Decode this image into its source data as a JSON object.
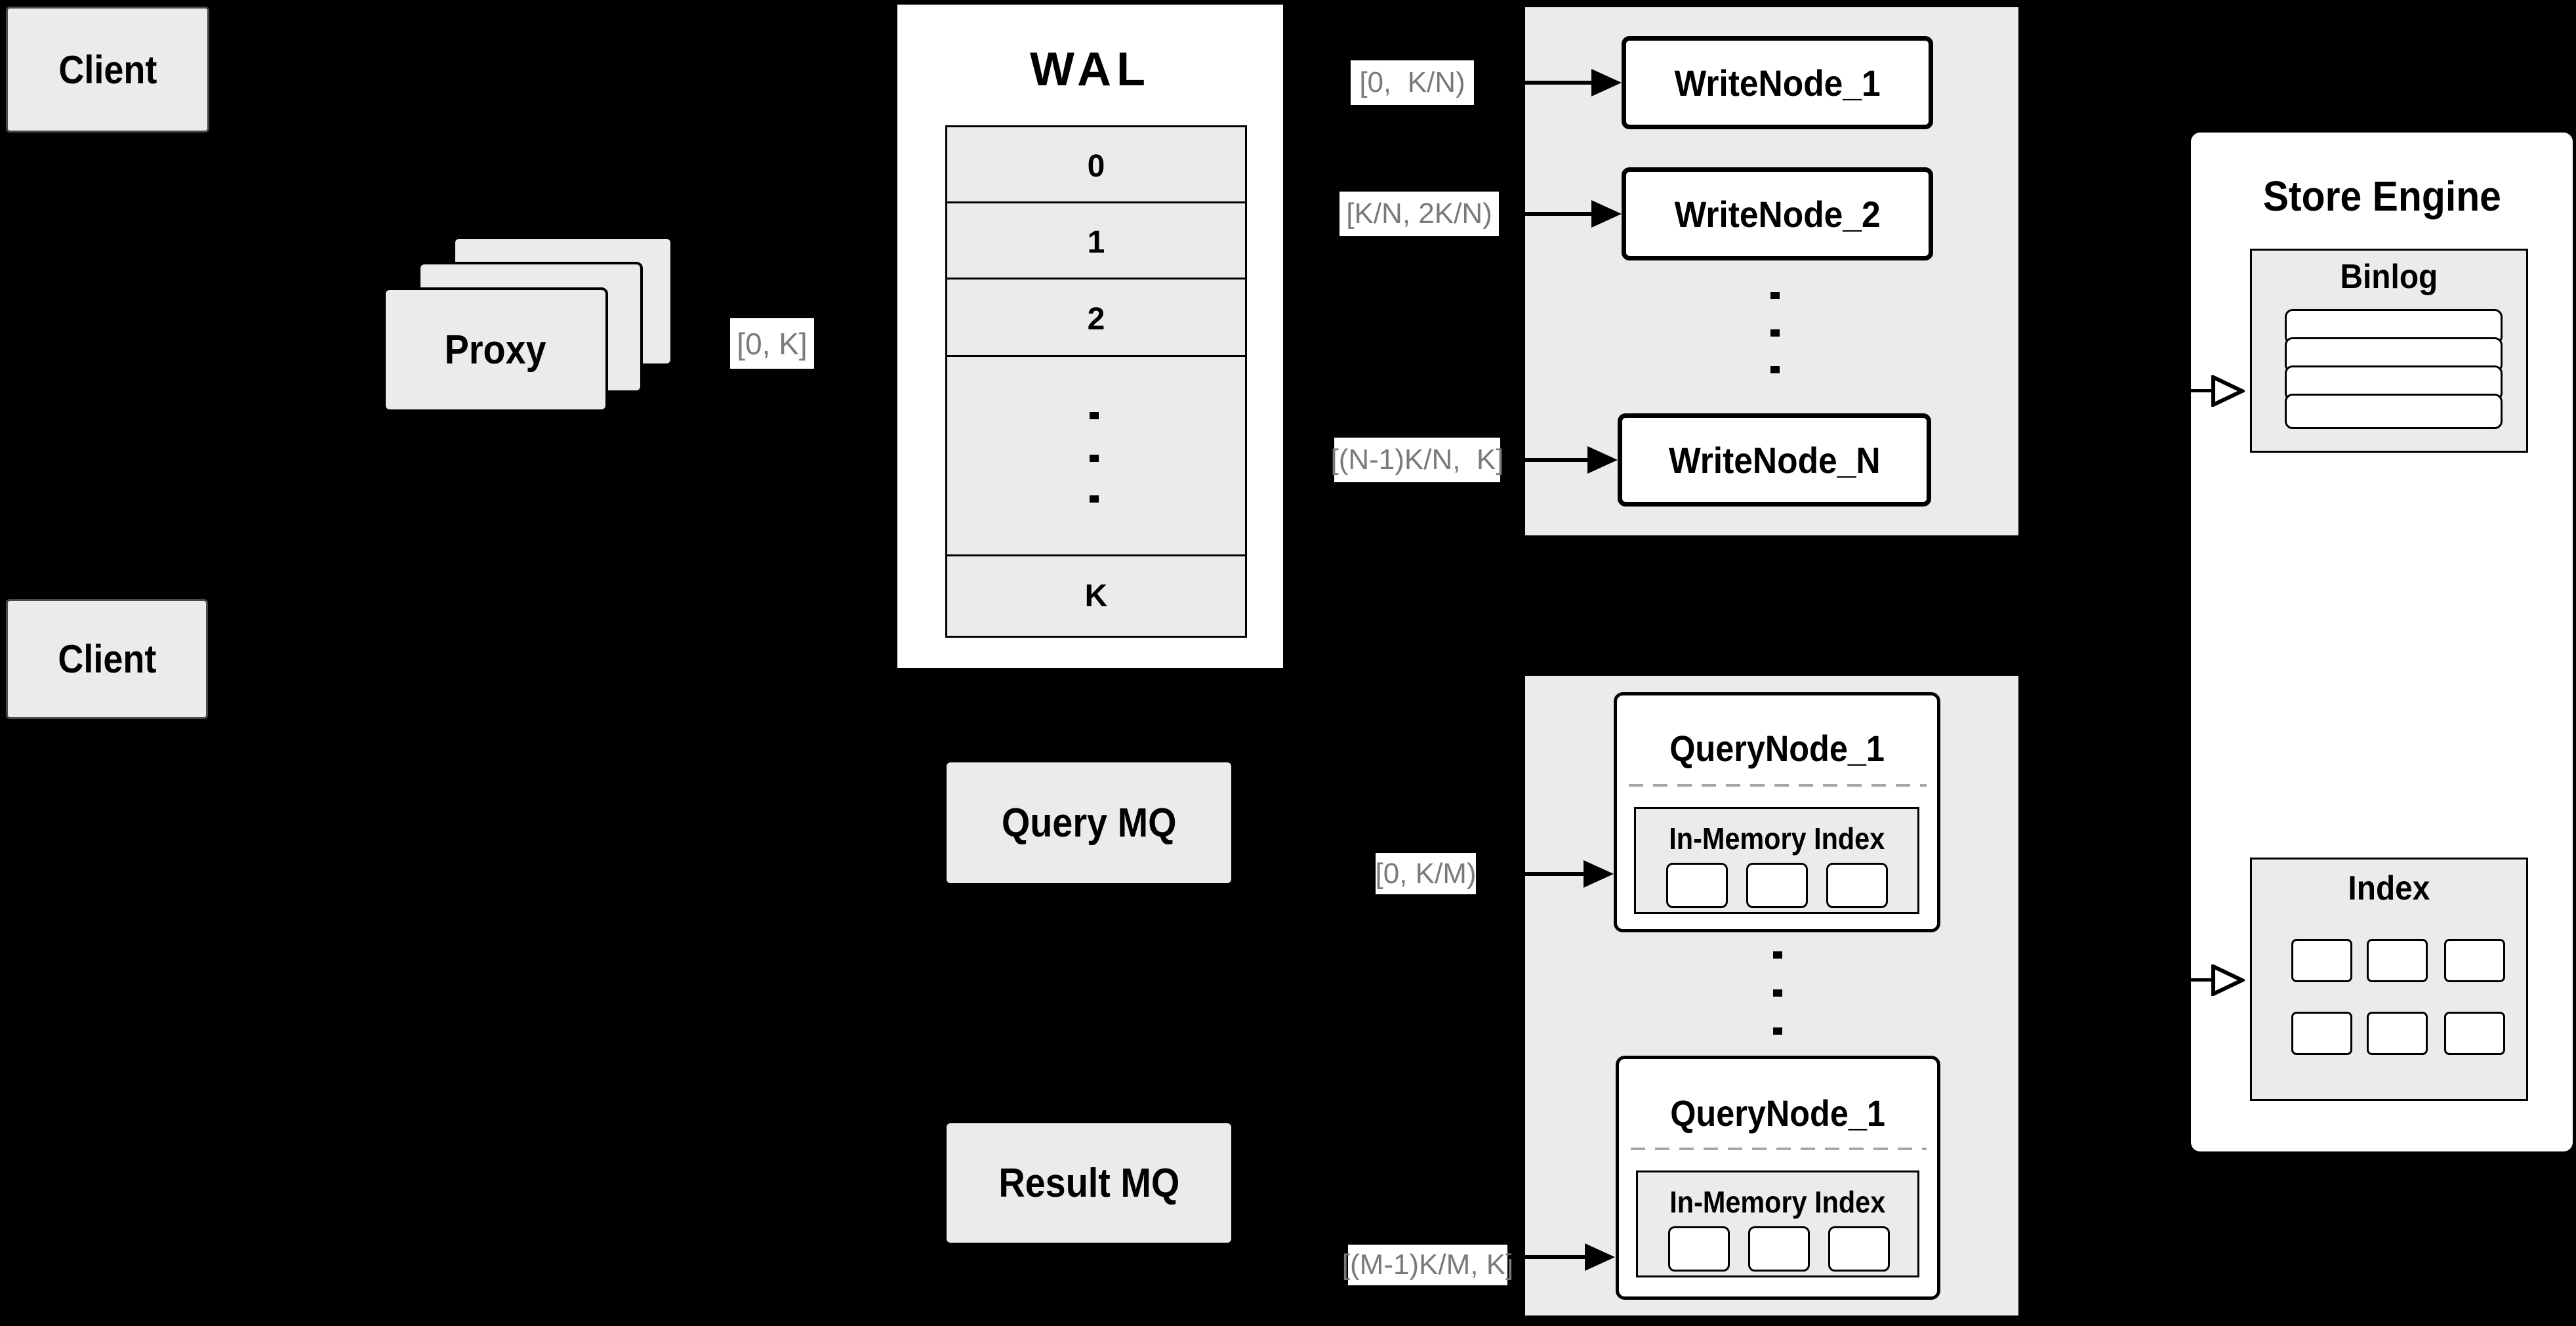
{
  "colors": {
    "background": "#000000",
    "panel_gray": "#ebebeb",
    "node_white": "#ffffff",
    "line_black": "#000000",
    "range_text_gray": "#7a7a7a"
  },
  "client_top": {
    "label": "Client"
  },
  "client_bottom": {
    "label": "Client"
  },
  "proxy": {
    "label": "Proxy",
    "range_label": "[0, K]"
  },
  "wal": {
    "title": "WAL",
    "row_labels": [
      "0",
      "1",
      "2"
    ],
    "last_row_label": "K"
  },
  "write_cluster": {
    "nodes": [
      {
        "label": "WriteNode_1",
        "range": "[0,  K/N)"
      },
      {
        "label": "WriteNode_2",
        "range": "[K/N, 2K/N)"
      },
      {
        "label": "WriteNode_N",
        "range": "[(N-1)K/N,  K]"
      }
    ]
  },
  "mq": {
    "query_label": "Query MQ",
    "result_label": "Result MQ"
  },
  "query_cluster": {
    "nodes": [
      {
        "title": "QueryNode_1",
        "inner_title": "In-Memory Index",
        "range": "[0, K/M)"
      },
      {
        "title": "QueryNode_1",
        "inner_title": "In-Memory Index",
        "range": "[(M-1)K/M, K]"
      }
    ]
  },
  "store_engine": {
    "title": "Store Engine",
    "binlog_title": "Binlog",
    "index_title": "Index"
  }
}
